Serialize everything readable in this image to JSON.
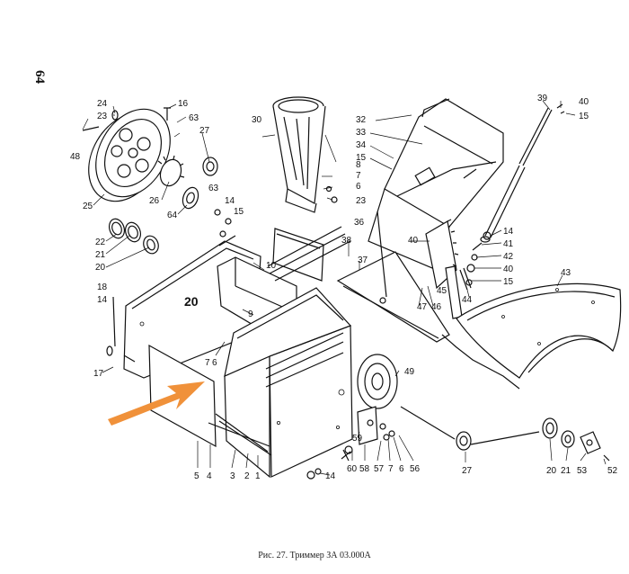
{
  "page_number": "64",
  "caption": "Рис. 27. Триммер ЗА 03.000А",
  "arrow_color": "#f0913a",
  "parts": {
    "p48": "48",
    "p24": "24",
    "p23a": "23",
    "p16": "16",
    "p63a": "63",
    "p27a": "27",
    "p26": "26",
    "p64": "64",
    "p25": "25",
    "p22": "22",
    "p21a": "21",
    "p20a": "20",
    "p63b": "63",
    "p14a": "14",
    "p15a": "15",
    "p18": "18",
    "p14b": "14",
    "p17": "17",
    "p20big": "20",
    "p30": "30",
    "p8": "8",
    "p7a": "7",
    "p6a": "6",
    "p23b": "23",
    "p32": "32",
    "p33": "33",
    "p34": "34",
    "p15b": "15",
    "p39": "39",
    "p40a": "40",
    "p15c": "15",
    "p36": "36",
    "p38": "38",
    "p37": "37",
    "p10": "10",
    "p9": "9",
    "p7b": "7",
    "p6b": "6",
    "p40b": "40",
    "p14c": "14",
    "p41": "41",
    "p42": "42",
    "p40c": "40",
    "p15d": "15",
    "p44": "44",
    "p45": "45",
    "p47": "47",
    "p46": "46",
    "p43": "43",
    "p49": "49",
    "p59": "59",
    "p5": "5",
    "p4": "4",
    "p3": "3",
    "p2": "2",
    "p1": "1",
    "p14d": "14",
    "p60": "60",
    "p58": "58",
    "p57": "57",
    "p7c": "7",
    "p6c": "6",
    "p56": "56",
    "p27b": "27",
    "p20b": "20",
    "p21b": "21",
    "p53": "53",
    "p52": "52"
  }
}
